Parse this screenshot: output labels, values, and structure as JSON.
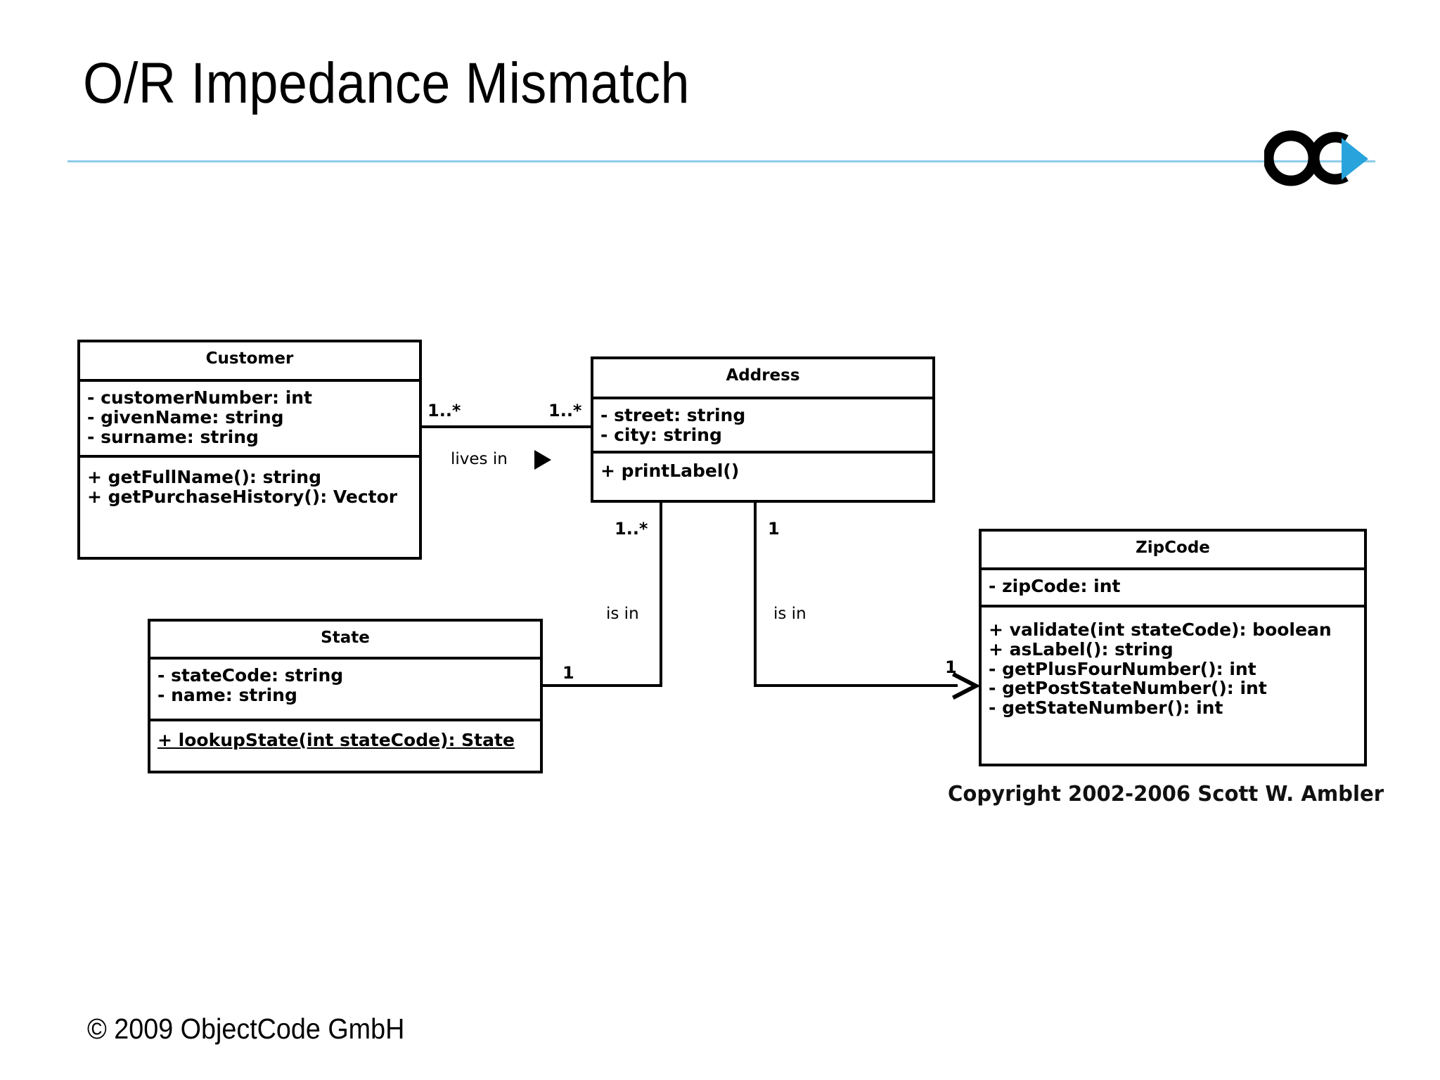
{
  "slide": {
    "title": "O/R Impedance Mismatch",
    "footer": "© 2009 ObjectCode GmbH",
    "rule_color": "#8ecbe8",
    "logo": {
      "name": "objectcode-logo",
      "letters": "OC",
      "mark_color": "#000000",
      "accent_color": "#29a3dc"
    }
  },
  "diagram": {
    "copyright": "Copyright 2002-2006 Scott W. Ambler",
    "classes": [
      {
        "id": "customer",
        "name": "Customer",
        "attributes": [
          "- customerNumber: int",
          "- givenName: string",
          "- surname: string"
        ],
        "operations": [
          {
            "text": "+ getFullName(): string",
            "static": false
          },
          {
            "text": "+ getPurchaseHistory(): Vector",
            "static": false
          }
        ]
      },
      {
        "id": "address",
        "name": "Address",
        "attributes": [
          "- street: string",
          "- city: string"
        ],
        "operations": [
          {
            "text": "+ printLabel()",
            "static": false
          }
        ]
      },
      {
        "id": "state",
        "name": "State",
        "attributes": [
          "- stateCode: string",
          "- name: string"
        ],
        "operations": [
          {
            "text": "+ lookupState(int stateCode): State",
            "static": true
          }
        ]
      },
      {
        "id": "zipcode",
        "name": "ZipCode",
        "attributes": [
          "- zipCode: int"
        ],
        "operations": [
          {
            "text": "+ validate(int stateCode): boolean",
            "static": false
          },
          {
            "text": "+ asLabel(): string",
            "static": false
          },
          {
            "text": "- getPlusFourNumber(): int",
            "static": false
          },
          {
            "text": "- getPostStateNumber(): int",
            "static": false
          },
          {
            "text": "- getStateNumber(): int",
            "static": false
          }
        ]
      }
    ],
    "associations": [
      {
        "id": "customer-address",
        "label": "lives in",
        "source": "Customer",
        "target": "Address",
        "source_multiplicity": "1..*",
        "target_multiplicity": "1..*",
        "navigation": "directed-triangle"
      },
      {
        "id": "address-state",
        "label": "is in",
        "source": "Address",
        "target": "State",
        "source_multiplicity": "1..*",
        "target_multiplicity": "1",
        "navigation": "none"
      },
      {
        "id": "address-zipcode",
        "label": "is in",
        "source": "Address",
        "target": "ZipCode",
        "source_multiplicity": "1",
        "target_multiplicity": "1",
        "navigation": "open-arrow"
      }
    ]
  }
}
